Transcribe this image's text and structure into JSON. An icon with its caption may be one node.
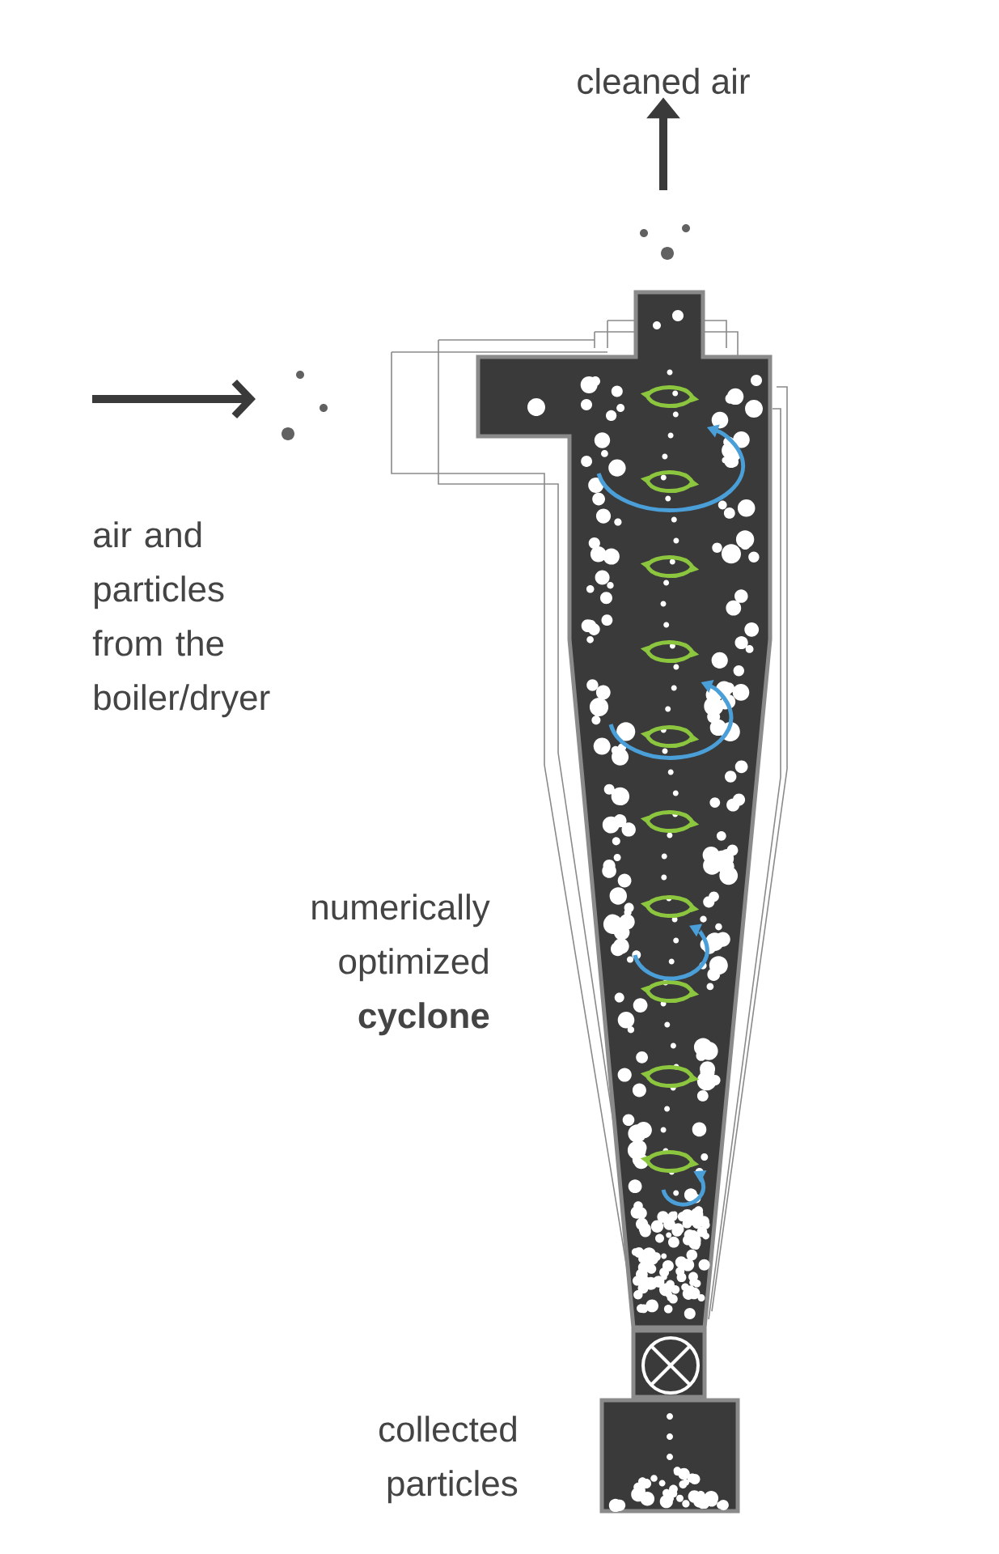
{
  "diagram": {
    "nodes": [
      {
        "text": [
          "air and particles from the boiler/dryer"
        ]
      },
      {
        "text": [
          "cleaned air"
        ]
      },
      {
        "text": [
          "numerically optimized **cyclone**"
        ]
      },
      {
        "text": [
          "collected particles"
        ]
      }
    ],
    "edges": [
      {
        "from": null,
        "to": 1,
        "arrow": "to"
      }
    ]
  }
}
